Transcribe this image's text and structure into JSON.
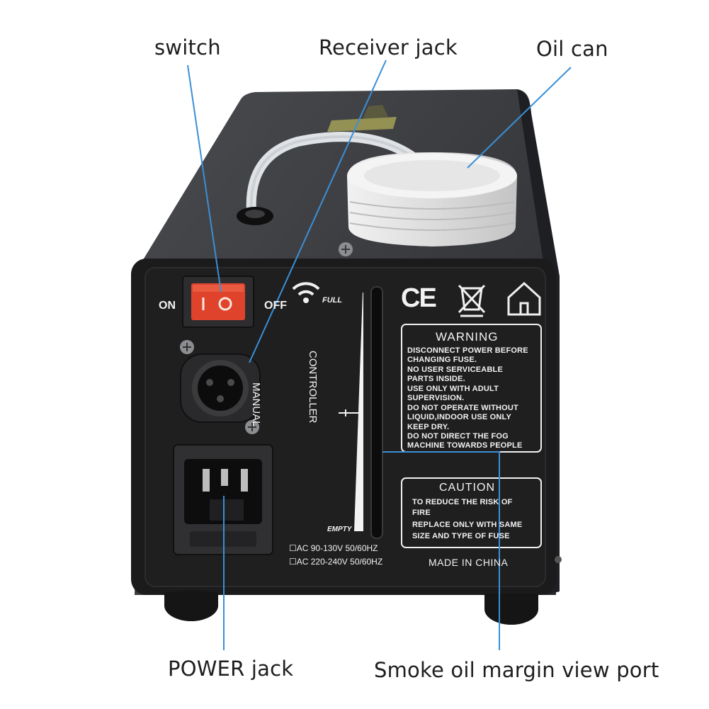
{
  "callouts": {
    "switch": "switch",
    "receiver_jack": "Receiver jack",
    "oil_can": "Oil can",
    "power_jack": "POWER jack",
    "view_port": "Smoke oil margin view port"
  },
  "panel": {
    "on": "ON",
    "off": "OFF",
    "full": "FULL",
    "empty": "EMPTY",
    "manual": "MANUAL",
    "controller": "CONTROLLER",
    "voltage_1": "☐AC 90-130V 50/60HZ",
    "voltage_2": "☐AC 220-240V 50/60HZ",
    "made_in": "MADE IN CHINA",
    "ce_mark": "CE"
  },
  "warning": {
    "title": "WARNING",
    "lines": [
      "DISCONNECT POWER BEFORE",
      "CHANGING FUSE.",
      "NO USER SERVICEABLE",
      "PARTS INSIDE.",
      "USE ONLY WITH ADULT",
      "SUPERVISION.",
      "DO NOT OPERATE WITHOUT",
      "LIQUID,INDOOR USE ONLY",
      "KEEP DRY.",
      "DO NOT DIRECT THE FOG",
      "MACHINE TOWARDS PEOPLE"
    ]
  },
  "caution": {
    "title": "CAUTION",
    "lines": [
      "TO REDUCE THE RISK OF",
      "FIRE",
      "REPLACE ONLY WITH SAME",
      "SIZE AND TYPE OF FUSE"
    ]
  },
  "colors": {
    "callout_line": "#3a8fd6",
    "body": "#2b2c2e",
    "panel": "#1c1c1d",
    "switch": "#e0432c"
  }
}
